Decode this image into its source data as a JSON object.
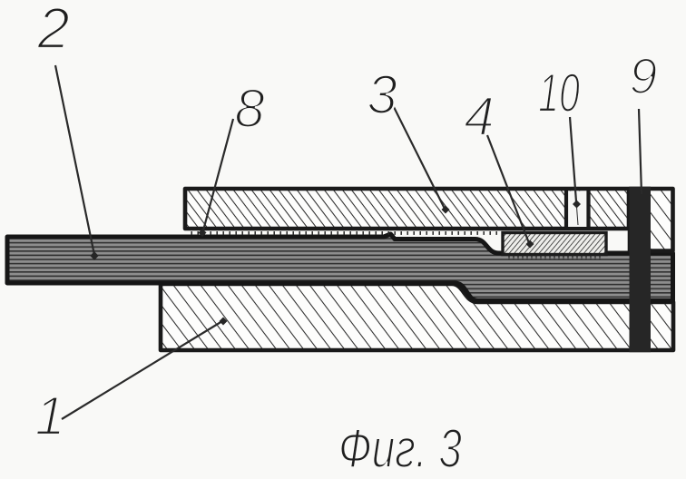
{
  "figure": {
    "kind": "patent-cross-section-drawing",
    "caption": "Фиг. 3",
    "callouts": [
      {
        "ref": "2",
        "part": "flat-strip-left"
      },
      {
        "ref": "8",
        "part": "serrated-interface"
      },
      {
        "ref": "3",
        "part": "upper-clamp-block"
      },
      {
        "ref": "4",
        "part": "insert-pad"
      },
      {
        "ref": "10",
        "part": "vertical-slot"
      },
      {
        "ref": "9",
        "part": "vertical-rod"
      },
      {
        "ref": "1",
        "part": "lower-base-block"
      }
    ]
  },
  "colors": {
    "ink": "#242424",
    "paper": "#f9f9f7",
    "strip_fill": "#8d8d8d",
    "strip_line": "#303030",
    "rod_fill": "#262626",
    "hatch_bg": "#fdfdfc"
  }
}
